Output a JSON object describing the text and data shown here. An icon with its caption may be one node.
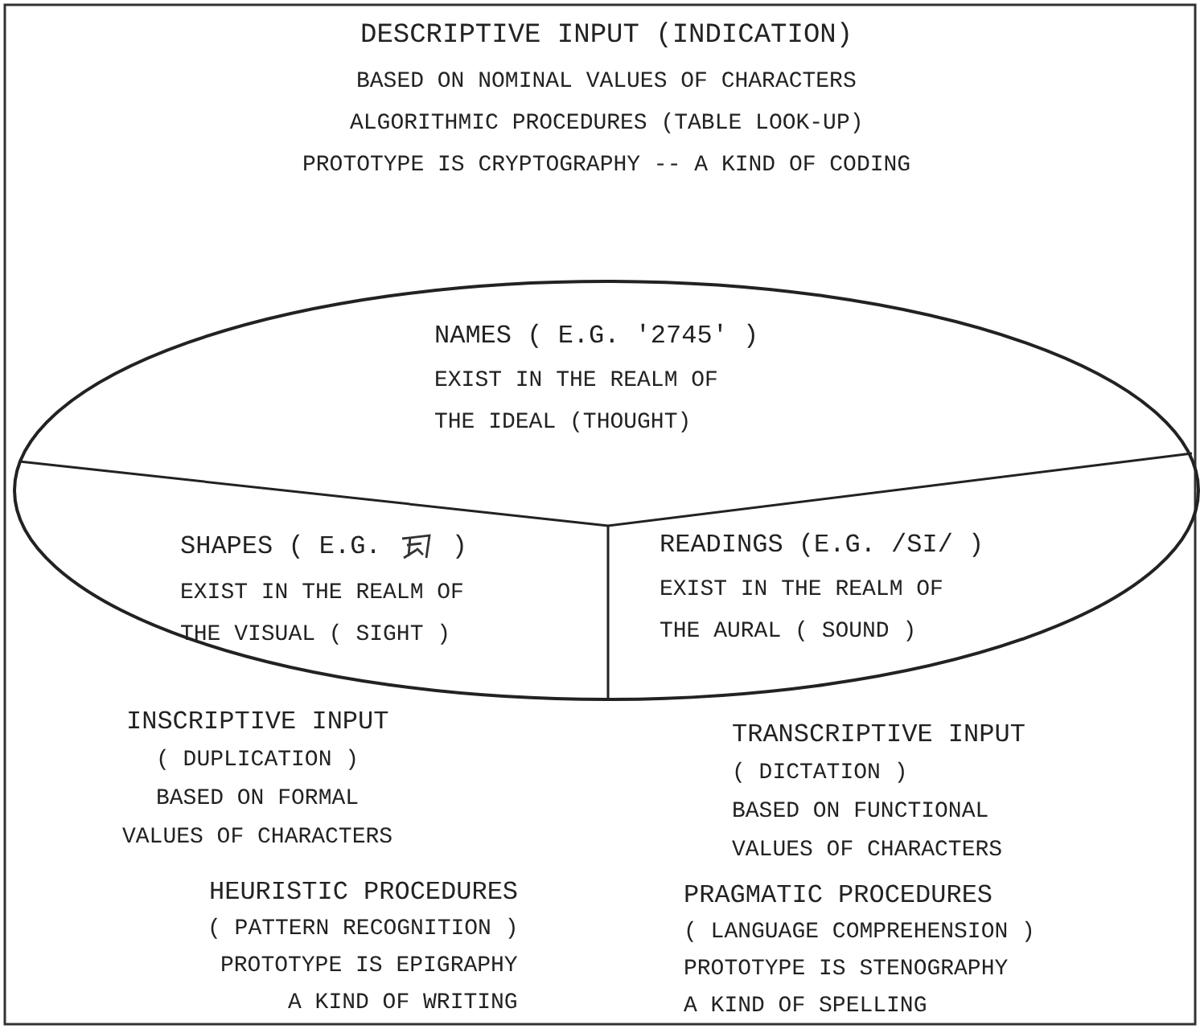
{
  "diagram": {
    "nodes": [
      {
        "text": [
          "NAMES ( E.G. '2745' )",
          "EXIST IN THE REALM OF THE IDEAL (THOUGHT)"
        ]
      },
      {
        "text": [
          "SHAPES ( E.G.",
          ")",
          "EXIST IN THE REALM OF THE VISUAL ( SIGHT )"
        ]
      },
      {
        "text": [
          "READINGS (E.G. /SI/ )",
          "EXIST IN THE REALM OF THE AURAL ( SOUND )"
        ]
      }
    ],
    "labels": [
      "DESCRIPTIVE INPUT (INDICATION)",
      "BASED ON NOMINAL VALUES OF CHARACTERS",
      "ALGORITHMIC PROCEDURES (TABLE LOOK-UP)",
      "PROTOTYPE IS CRYPTOGRAPHY -- A KIND OF CODING",
      "INSCRIPTIVE INPUT",
      "( DUPLICATION )",
      "BASED ON FORMAL",
      "VALUES OF CHARACTERS",
      "TRANSCRIPTIVE INPUT",
      "( DICTATION )",
      "BASED ON FUNCTIONAL",
      "VALUES OF CHARACTERS",
      "HEURISTIC PROCEDURES",
      "( PATTERN RECOGNITION )",
      "PROTOTYPE IS EPIGRAPHY",
      "A KIND OF WRITING",
      "PRAGMATIC PROCEDURES",
      "( LANGUAGE COMPREHENSION )",
      "PROTOTYPE IS STENOGRAPHY",
      "A KIND OF SPELLING"
    ]
  }
}
